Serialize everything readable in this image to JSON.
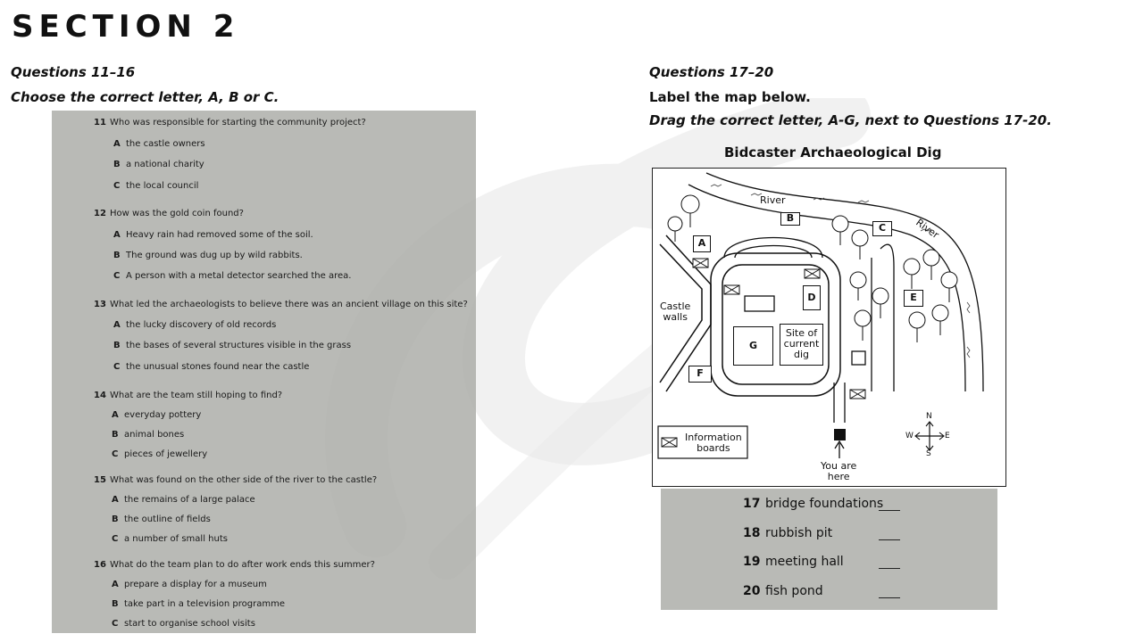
{
  "section_title": "SECTION 2",
  "left": {
    "heading": "Questions 11–16",
    "instruction": "Choose the correct letter, A, B or C.",
    "questions": [
      {
        "num": "11",
        "text": "Who was responsible for starting the community project?",
        "options": [
          {
            "letter": "A",
            "text": "the castle owners"
          },
          {
            "letter": "B",
            "text": "a national charity"
          },
          {
            "letter": "C",
            "text": "the local council"
          }
        ]
      },
      {
        "num": "12",
        "text": "How was the gold coin found?",
        "options": [
          {
            "letter": "A",
            "text": "Heavy rain had removed some of the soil."
          },
          {
            "letter": "B",
            "text": "The ground was dug up by wild rabbits."
          },
          {
            "letter": "C",
            "text": "A person with a metal detector searched the area."
          }
        ]
      },
      {
        "num": "13",
        "text": "What led the archaeologists to believe there was an ancient village on this site?",
        "options": [
          {
            "letter": "A",
            "text": "the lucky discovery of old records"
          },
          {
            "letter": "B",
            "text": "the bases of several structures visible in the grass"
          },
          {
            "letter": "C",
            "text": "the unusual stones found near the castle"
          }
        ]
      },
      {
        "num": "14",
        "text": "What are the team still hoping to find?",
        "options": [
          {
            "letter": "A",
            "text": "everyday pottery"
          },
          {
            "letter": "B",
            "text": "animal bones"
          },
          {
            "letter": "C",
            "text": "pieces of jewellery"
          }
        ]
      },
      {
        "num": "15",
        "text": "What was found on the other side of the river to the castle?",
        "options": [
          {
            "letter": "A",
            "text": "the remains of a large palace"
          },
          {
            "letter": "B",
            "text": "the outline of fields"
          },
          {
            "letter": "C",
            "text": "a number of small huts"
          }
        ]
      },
      {
        "num": "16",
        "text": "What do the team plan to do after work ends this summer?",
        "options": [
          {
            "letter": "A",
            "text": "prepare a display for a museum"
          },
          {
            "letter": "B",
            "text": "take part in a television programme"
          },
          {
            "letter": "C",
            "text": "start to organise school visits"
          }
        ]
      }
    ]
  },
  "right": {
    "heading": "Questions 17–20",
    "instruction1": "Label the map below.",
    "instruction2": "Drag the correct letter, A-G, next to Questions 17-20.",
    "map": {
      "title": "Bidcaster Archaeological Dig",
      "river_label_1": "River",
      "river_label_2": "River",
      "castle_line1": "Castle",
      "castle_line2": "walls",
      "site_line1": "Site of",
      "site_line2": "current",
      "site_line3": "dig",
      "info_line1": "Information",
      "info_line2": "boards",
      "here_line1": "You are",
      "here_line2": "here",
      "compass": {
        "n": "N",
        "s": "S",
        "e": "E",
        "w": "W"
      },
      "letters": {
        "a": "A",
        "b": "B",
        "c": "C",
        "d": "D",
        "e": "E",
        "f": "F",
        "g": "G"
      }
    },
    "labels": [
      {
        "num": "17",
        "text": "bridge foundations"
      },
      {
        "num": "18",
        "text": "rubbish pit"
      },
      {
        "num": "19",
        "text": "meeting hall"
      },
      {
        "num": "20",
        "text": "fish pond"
      }
    ]
  }
}
